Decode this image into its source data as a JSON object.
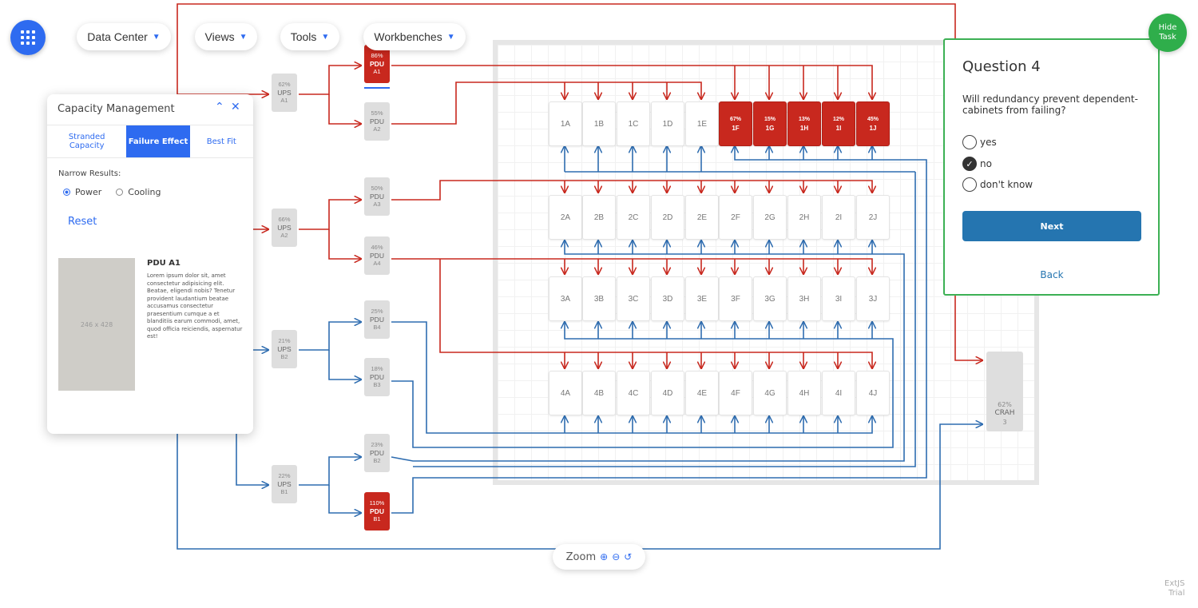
{
  "nav": {
    "menu_label": "",
    "items": [
      {
        "label": "Data Center"
      },
      {
        "label": "Views"
      },
      {
        "label": "Tools"
      },
      {
        "label": "Workbenches"
      }
    ]
  },
  "ups": [
    {
      "pct": "62%",
      "name": "UPS",
      "id": "A1"
    },
    {
      "pct": "66%",
      "name": "UPS",
      "id": "A2"
    },
    {
      "pct": "21%",
      "name": "UPS",
      "id": "B2"
    },
    {
      "pct": "22%",
      "name": "UPS",
      "id": "B1"
    }
  ],
  "pdu": [
    {
      "pct": "86%",
      "name": "PDU",
      "id": "A1",
      "hot": true
    },
    {
      "pct": "55%",
      "name": "PDU",
      "id": "A2",
      "hot": false
    },
    {
      "pct": "50%",
      "name": "PDU",
      "id": "A3",
      "hot": false
    },
    {
      "pct": "46%",
      "name": "PDU",
      "id": "A4",
      "hot": false
    },
    {
      "pct": "25%",
      "name": "PDU",
      "id": "B4",
      "hot": false
    },
    {
      "pct": "18%",
      "name": "PDU",
      "id": "B3",
      "hot": false
    },
    {
      "pct": "23%",
      "name": "PDU",
      "id": "B2",
      "hot": false
    },
    {
      "pct": "110%",
      "name": "PDU",
      "id": "B1",
      "hot": true
    }
  ],
  "cabinets": {
    "rows": [
      [
        {
          "label": "1A"
        },
        {
          "label": "1B"
        },
        {
          "label": "1C"
        },
        {
          "label": "1D"
        },
        {
          "label": "1E"
        },
        {
          "label": "1F",
          "pct": "67%",
          "hot": true
        },
        {
          "label": "1G",
          "pct": "15%",
          "hot": true
        },
        {
          "label": "1H",
          "pct": "13%",
          "hot": true
        },
        {
          "label": "1I",
          "pct": "12%",
          "hot": true
        },
        {
          "label": "1J",
          "pct": "45%",
          "hot": true
        }
      ],
      [
        {
          "label": "2A"
        },
        {
          "label": "2B"
        },
        {
          "label": "2C"
        },
        {
          "label": "2D"
        },
        {
          "label": "2E"
        },
        {
          "label": "2F"
        },
        {
          "label": "2G"
        },
        {
          "label": "2H"
        },
        {
          "label": "2I"
        },
        {
          "label": "2J"
        }
      ],
      [
        {
          "label": "3A"
        },
        {
          "label": "3B"
        },
        {
          "label": "3C"
        },
        {
          "label": "3D"
        },
        {
          "label": "3E"
        },
        {
          "label": "3F"
        },
        {
          "label": "3G"
        },
        {
          "label": "3H"
        },
        {
          "label": "3I"
        },
        {
          "label": "3J"
        }
      ],
      [
        {
          "label": "4A"
        },
        {
          "label": "4B"
        },
        {
          "label": "4C"
        },
        {
          "label": "4D"
        },
        {
          "label": "4E"
        },
        {
          "label": "4F"
        },
        {
          "label": "4G"
        },
        {
          "label": "4H"
        },
        {
          "label": "4I"
        },
        {
          "label": "4J"
        }
      ]
    ]
  },
  "crah": {
    "pct": "62%",
    "name": "CRAH",
    "id": "3"
  },
  "capacity_panel": {
    "title": "Capacity Management",
    "tabs": [
      {
        "label": "Stranded Capacity",
        "active": false
      },
      {
        "label": "Failure Effect",
        "active": true
      },
      {
        "label": "Best Fit",
        "active": false
      }
    ],
    "narrow_label": "Narrow Results:",
    "options": [
      {
        "label": "Power",
        "selected": true
      },
      {
        "label": "Cooling",
        "selected": false
      }
    ],
    "reset_label": "Reset",
    "image_placeholder": "246 x 428",
    "detail_title": "PDU A1",
    "detail_text": "Lorem ipsum dolor sit, amet consectetur adipisicing elit. Beatae, eligendi nobis? Tenetur provident laudantium beatae accusamus consectetur praesentium cumque a et blanditiis earum commodi, amet, quod officia reiciendis, aspernatur est!"
  },
  "zoom": {
    "label": "Zoom"
  },
  "question": {
    "title": "Question 4",
    "text": "Will redundancy prevent dependent-cabinets from failing?",
    "options": [
      {
        "label": "yes",
        "checked": false
      },
      {
        "label": "no",
        "checked": true
      },
      {
        "label": "don't know",
        "checked": false
      }
    ],
    "next_label": "Next",
    "back_label": "Back"
  },
  "hide_task": {
    "label_line1": "Hide",
    "label_line2": "Task"
  },
  "trial": {
    "line1": "ExtJS",
    "line2": "Trial"
  },
  "colors": {
    "accent": "#2e6bf0",
    "power_a": "#c8281e",
    "power_b": "#2f6db0",
    "success": "#2fae4b",
    "primary_button": "#2575b0"
  }
}
